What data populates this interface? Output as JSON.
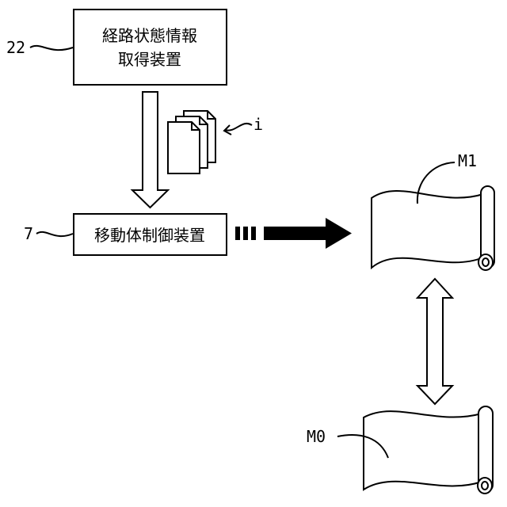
{
  "boxes": {
    "route_device": {
      "ref": "22",
      "line1": "経路状態情報",
      "line2": "取得装置"
    },
    "control_device": {
      "ref": "7",
      "label": "移動体制御装置"
    }
  },
  "info_ref": "i",
  "maps": {
    "m1": {
      "label": "M1"
    },
    "m0": {
      "label": "M0"
    }
  }
}
